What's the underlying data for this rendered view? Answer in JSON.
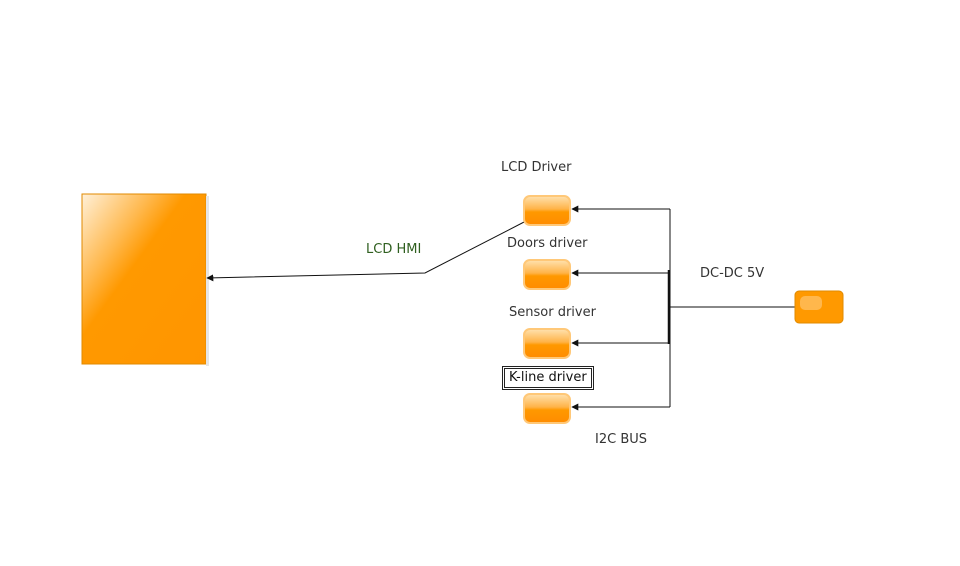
{
  "nodes": {
    "hmi_panel": {
      "icon": "orange-rectangle-block"
    },
    "lcd_driver": {
      "label": "LCD Driver"
    },
    "doors_driver": {
      "label": "Doors driver"
    },
    "sensor_driver": {
      "label": "Sensor driver"
    },
    "kline_driver": {
      "label": "K-line driver"
    },
    "dc_dc": {
      "icon": "orange-rounded-block"
    }
  },
  "edges": {
    "lcd_hmi": {
      "label": "LCD HMI"
    },
    "power": {
      "label": "DC-DC 5V"
    },
    "i2c": {
      "label": "I2C BUS"
    }
  },
  "colors": {
    "block_fill": "#ff9900",
    "block_highlight": "#ffd8a0",
    "connector": "#111111",
    "label_green": "#2f5f1f"
  }
}
